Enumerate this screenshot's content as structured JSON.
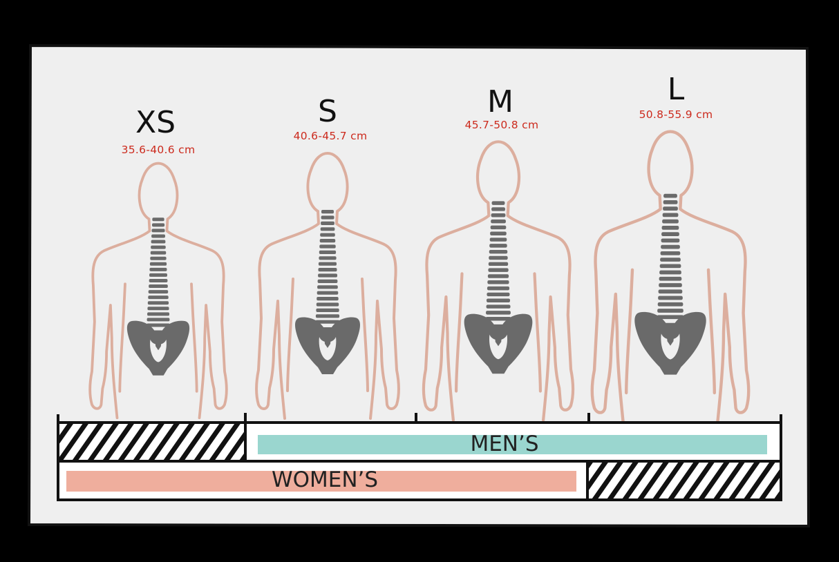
{
  "sizes": [
    {
      "label": "XS",
      "range": "35.6-40.6 cm"
    },
    {
      "label": "S",
      "range": "40.6-45.7 cm"
    },
    {
      "label": "M",
      "range": "45.7-50.8 cm"
    },
    {
      "label": "L",
      "range": "50.8-55.9 cm"
    }
  ],
  "bars": {
    "mens_label": "MEN’S",
    "womens_label": "WOMEN’S"
  },
  "colors": {
    "background": "#000000",
    "panel": "#efefef",
    "body_outline": "#dcae9e",
    "bone": "#6a6a6a",
    "range_text": "#cc2a1d",
    "mens_bar": "#9ad6cf",
    "womens_bar": "#efae9d"
  }
}
